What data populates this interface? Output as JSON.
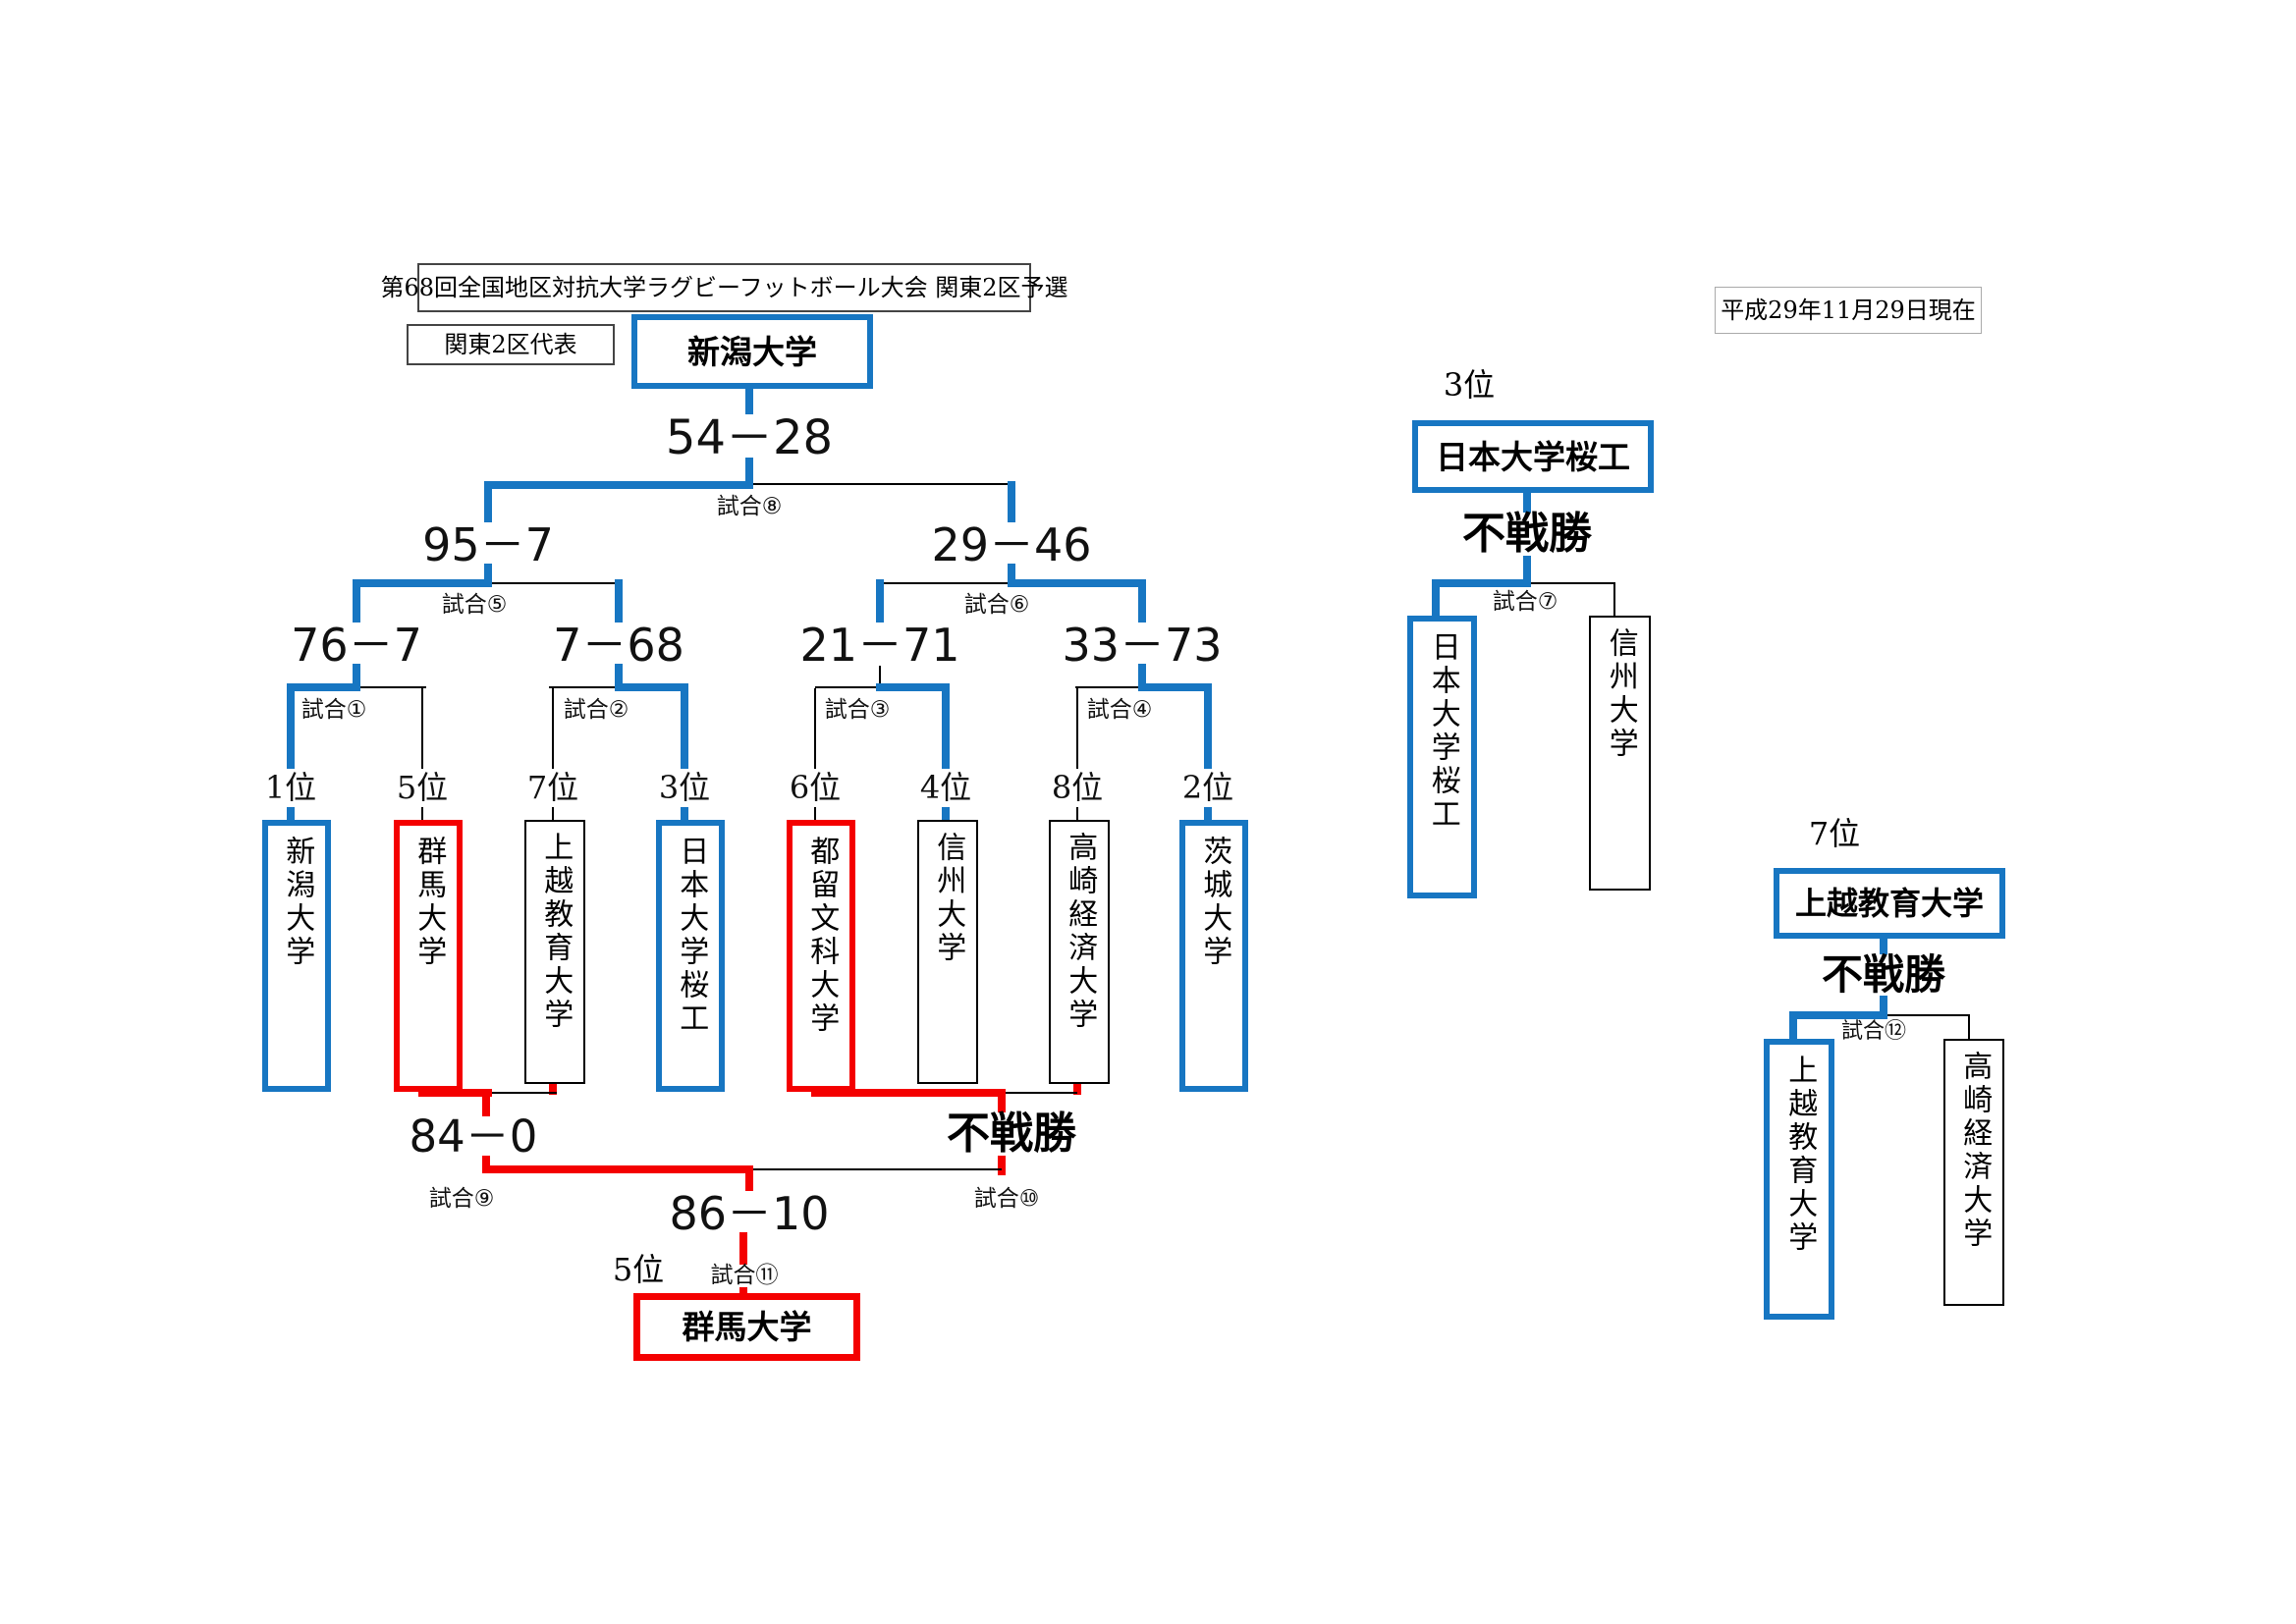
{
  "header": {
    "title": "第68回全国地区対抗大学ラグビーフットボール大会 関東2区予選",
    "representative_label": "関東2区代表",
    "champion": "新潟大学",
    "date_note": "平成29年11月29日現在"
  },
  "colors": {
    "blue": "#1776C2",
    "red": "#F40000",
    "black": "#000000"
  },
  "bracket": {
    "final": {
      "label": "試合⑧",
      "score": "54－28"
    },
    "semi_left": {
      "label": "試合⑤",
      "score": "95－7"
    },
    "semi_right": {
      "label": "試合⑥",
      "score": "29－46"
    },
    "qf1": {
      "label": "試合①",
      "score": "76－7"
    },
    "qf2": {
      "label": "試合②",
      "score": "7－68"
    },
    "qf3": {
      "label": "試合③",
      "score": "21－71"
    },
    "qf4": {
      "label": "試合④",
      "score": "33－73"
    }
  },
  "teams": [
    {
      "rank": "1位",
      "name": "新潟大学"
    },
    {
      "rank": "5位",
      "name": "群馬大学"
    },
    {
      "rank": "7位",
      "name": "上越教育大学"
    },
    {
      "rank": "3位",
      "name": "日本大学桜工"
    },
    {
      "rank": "6位",
      "name": "都留文科大学"
    },
    {
      "rank": "4位",
      "name": "信州大学"
    },
    {
      "rank": "8位",
      "name": "高崎経済大学"
    },
    {
      "rank": "2位",
      "name": "茨城大学"
    }
  ],
  "consolation_5th": {
    "m9": {
      "label": "試合⑨",
      "score": "84－0"
    },
    "m10": {
      "label": "試合⑩",
      "result": "不戦勝"
    },
    "m11": {
      "label": "試合⑪",
      "score": "86－10"
    },
    "place_label": "5位",
    "winner": "群馬大学"
  },
  "third_place": {
    "place_label": "3位",
    "winner": "日本大学桜工",
    "result": "不戦勝",
    "match_label": "試合⑦",
    "left_team": "日本大学桜工",
    "right_team": "信州大学"
  },
  "seventh_place": {
    "place_label": "7位",
    "winner": "上越教育大学",
    "result": "不戦勝",
    "match_label": "試合⑫",
    "left_team": "上越教育大学",
    "right_team": "高崎経済大学"
  }
}
